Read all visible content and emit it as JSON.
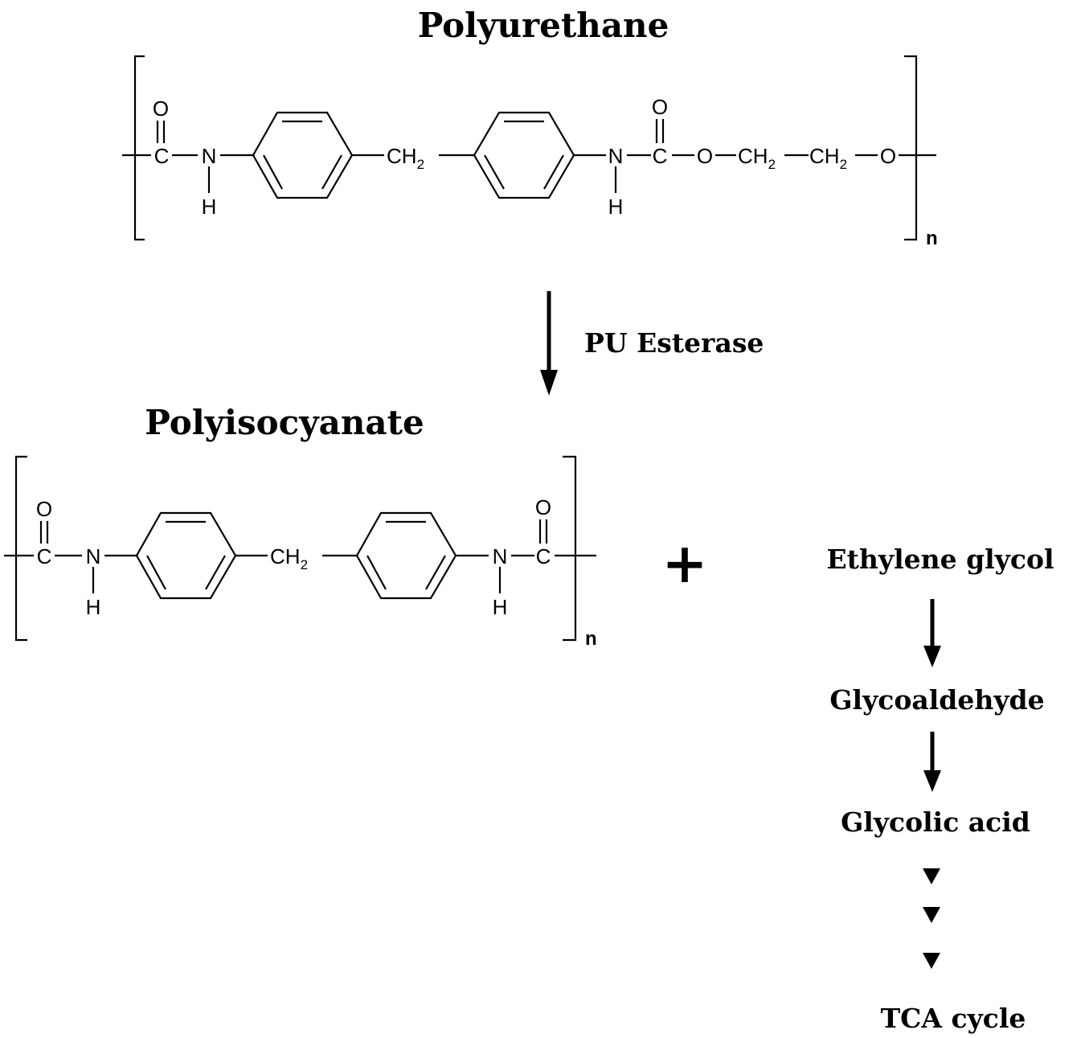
{
  "titles": {
    "polyurethane": "Polyurethane",
    "polyisocyanate": "Polyisocyanate"
  },
  "enzyme": "PU Esterase",
  "plus": "+",
  "repeat_unit": "n",
  "atoms": {
    "O": "O",
    "C": "C",
    "N": "N",
    "H": "H",
    "CH": "CH",
    "sub2": "2"
  },
  "pathway": {
    "steps": [
      "Ethylene glycol",
      "Glycoaldehyde",
      "Glycolic acid",
      "TCA cycle"
    ]
  }
}
